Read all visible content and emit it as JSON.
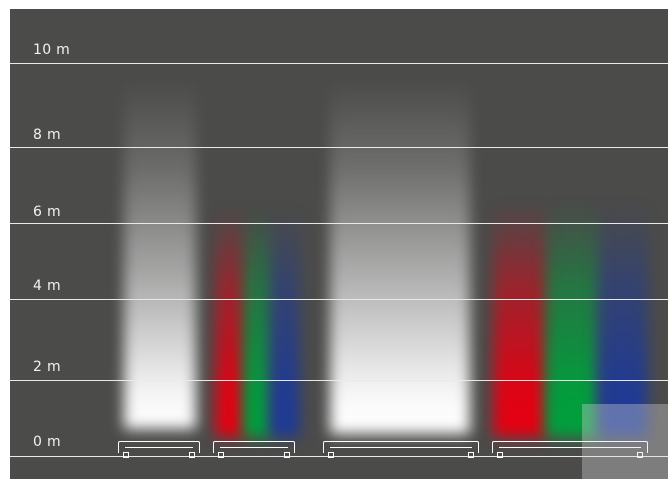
{
  "scale_labels": [
    "10 m",
    "8 m",
    "6 m",
    "4 m",
    "2 m",
    "0 m"
  ],
  "colors": {
    "background": "#4b4b4a",
    "gridline": "#e9e9e9",
    "white_beam": "#ffffff",
    "red_beam": "#e60012",
    "green_beam": "#00a03c",
    "blue_beam": "#1e3a96"
  },
  "luminaires": [
    {
      "name": "narrow-white",
      "beam": "white"
    },
    {
      "name": "narrow-rgb",
      "beam": "rgb"
    },
    {
      "name": "wide-white",
      "beam": "white"
    },
    {
      "name": "wide-rgb",
      "beam": "rgb"
    }
  ]
}
